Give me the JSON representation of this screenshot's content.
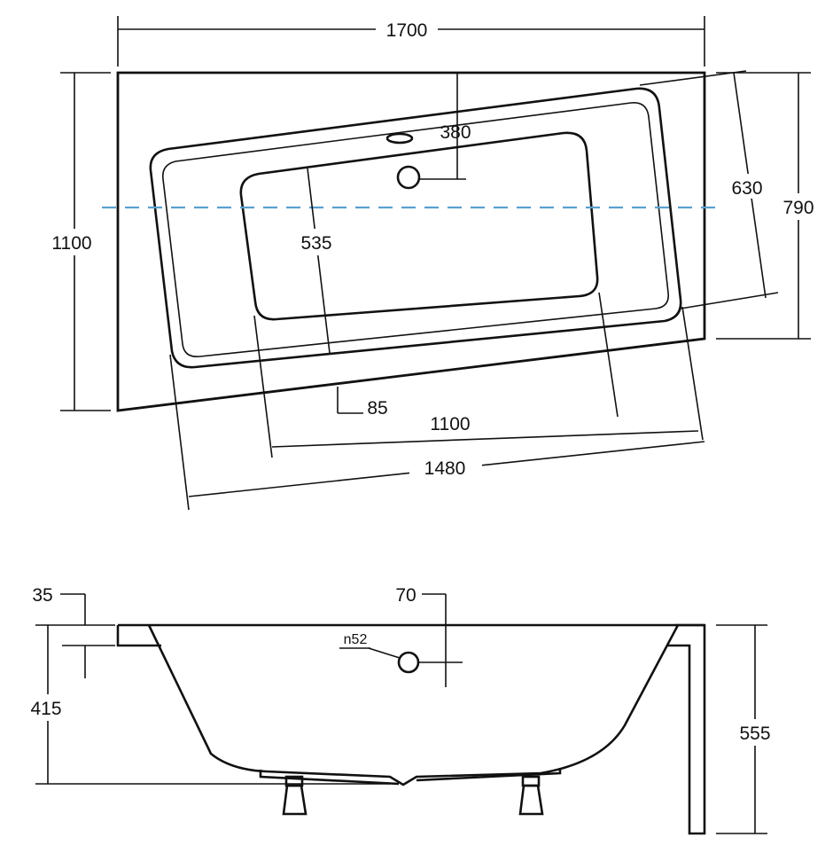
{
  "top_view": {
    "dimensions": {
      "overall_length": "1700",
      "overall_width": "1100",
      "short_side_width": "790",
      "inner_width": "630",
      "drain_offset": "380",
      "inner_depth": "535",
      "edge_offset": "85",
      "bottom_length": "1100",
      "inner_length": "1480"
    }
  },
  "side_view": {
    "dimensions": {
      "rim_thickness": "35",
      "drain_position": "70",
      "overflow_diameter": "n52",
      "depth": "415",
      "total_height": "555"
    }
  },
  "colors": {
    "line": "#111111",
    "center_axis": "#5aa0cf",
    "background": "#ffffff"
  }
}
